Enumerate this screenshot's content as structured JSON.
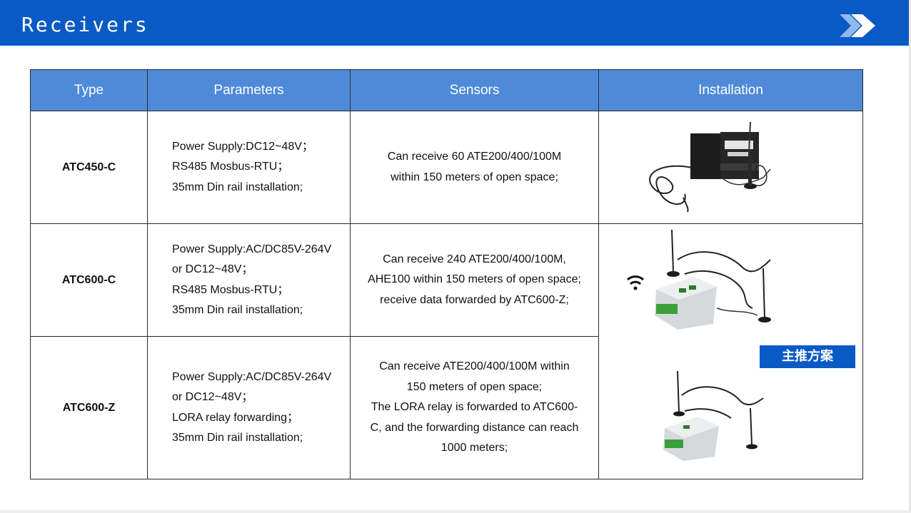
{
  "header": {
    "title": "Receivers"
  },
  "table": {
    "columns": [
      "Type",
      "Parameters",
      "Sensors",
      "Installation"
    ],
    "rows": [
      {
        "type": "ATC450-C",
        "params": [
          "Power Supply:DC12~48V；",
          "RS485  Mosbus-RTU；",
          "35mm Din rail installation;"
        ],
        "sensors": [
          "Can receive 60 ATE200/400/100M",
          "within 150 meters of open space;"
        ]
      },
      {
        "type": "ATC600-C",
        "params": [
          "Power Supply:AC/DC85V-264V",
          " or DC12~48V；",
          "RS485  Mosbus-RTU；",
          "35mm Din rail installation;"
        ],
        "sensors": [
          "Can receive 240 ATE200/400/100M,",
          "AHE100 within 150 meters of open space;",
          "receive data forwarded by ATC600-Z;"
        ]
      },
      {
        "type": "ATC600-Z",
        "params": [
          "Power Supply:AC/DC85V-264V",
          " or DC12~48V；",
          "LORA relay forwarding；",
          "35mm Din rail installation;"
        ],
        "sensors": [
          "Can receive ATE200/400/100M within",
          "150 meters of open space;",
          "The LORA relay is forwarded to ATC600-",
          "C, and the forwarding distance can reach",
          "1000 meters;"
        ]
      }
    ],
    "badge": "主推方案"
  },
  "colors": {
    "header": "#0a5ac6",
    "table_header": "#4f8ad8",
    "badge": "#0a5ac6"
  }
}
